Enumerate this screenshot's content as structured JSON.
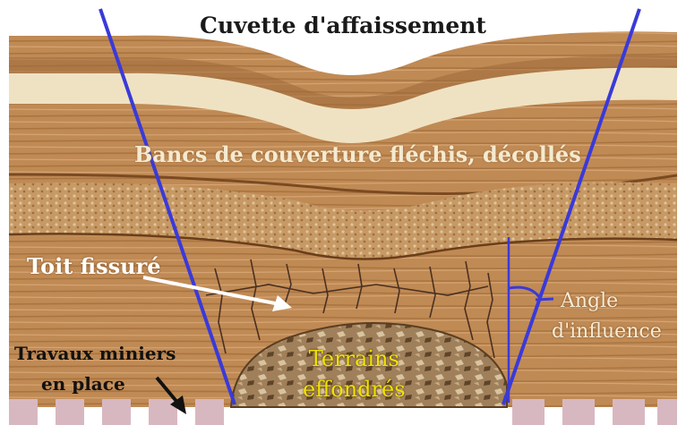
{
  "labels": {
    "title": "Cuvette d'affaissement",
    "layers": "Bancs de couverture fléchis, décollés",
    "roof": "Toit fissuré",
    "angle_line1": "Angle",
    "angle_line2": "d'influence",
    "works_line1": "Travaux miniers",
    "works_line2": "en place",
    "collapsed_line1": "Terrains",
    "collapsed_line2": "effondrés"
  },
  "colors": {
    "wood": "#c08a55",
    "wood_dark": "#8a5a2e",
    "light_band": "#efe2c2",
    "influence_lines": "#3a3ad8",
    "collapsed": "#9a7a55",
    "collapsed_text": "#f2e200",
    "pillars": "#d8b8c0"
  }
}
